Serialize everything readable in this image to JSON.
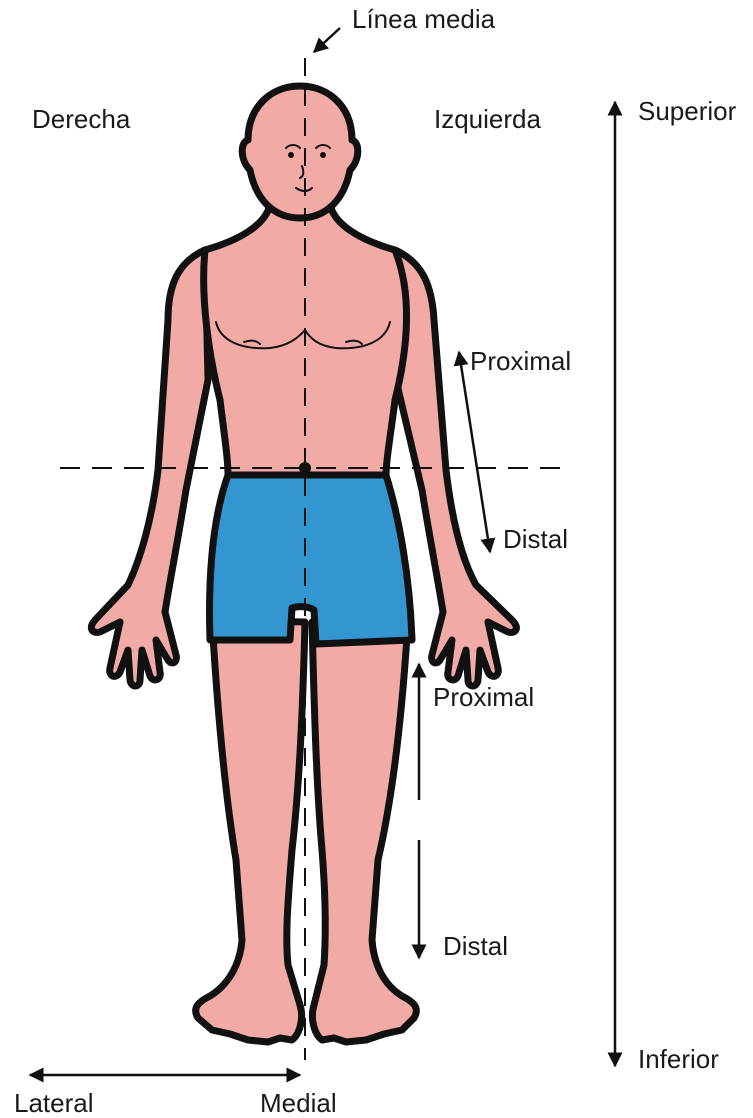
{
  "labels": {
    "midline": "Línea media",
    "right": "Derecha",
    "left": "Izquierda",
    "superior": "Superior",
    "inferior": "Inferior",
    "arm_proximal": "Proximal",
    "arm_distal": "Distal",
    "leg_proximal": "Proximal",
    "leg_distal": "Distal",
    "lateral": "Lateral",
    "medial": "Medial"
  },
  "colors": {
    "skin": "#f2aaa6",
    "shorts": "#3396d1",
    "outline": "#111111"
  }
}
